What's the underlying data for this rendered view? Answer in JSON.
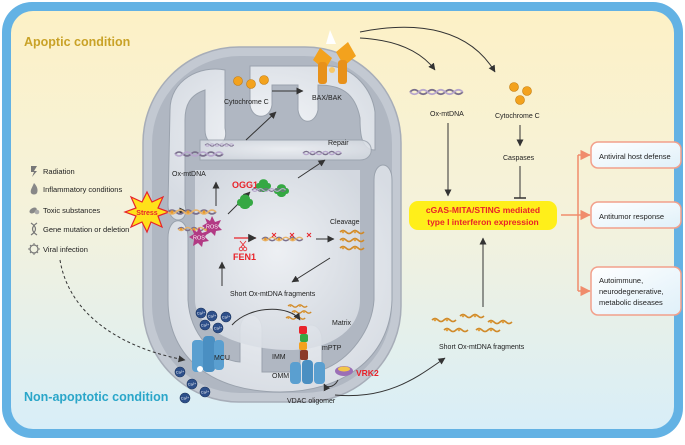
{
  "conditions": {
    "apoptotic": "Apoptic condition",
    "non_apoptotic": "Non-apoptotic condition"
  },
  "stressors": [
    "Radiation",
    "Inflammatory conditions",
    "Toxic substances",
    "Gene mutation or deletion",
    "Viral infection"
  ],
  "stress_label": "Stress",
  "ros_label": "ROS",
  "ca_label": "Ca²⁺",
  "labels": {
    "cytochrome_c_inner": "Cytochrome C",
    "bax_bak": "BAX/BAK",
    "ox_mtdna_inner": "Ox-mtDNA",
    "repair": "Repair",
    "ogg1": "OGG1",
    "cleavage": "Cleavage",
    "fen1": "FEN1",
    "short_fragments_inner": "Short Ox-mtDNA fragments",
    "matrix": "Matrix",
    "imm": "IMM",
    "omm": "OMM",
    "mptp": "mPTP",
    "mcu": "MCU",
    "vdac": "VDAC oligomer",
    "vrk2": "VRK2",
    "ox_mtdna_cyto": "Ox-mtDNA",
    "cytochrome_c_cyto": "Cytochrome C",
    "caspases": "Caspases",
    "short_fragments_cyto": "Short Ox-mtDNA fragments",
    "sting_line1": "cGAS-MITA/STING mediated",
    "sting_line2": "type I interferon expression"
  },
  "outcomes": [
    {
      "lines": [
        "Antiviral host defense"
      ]
    },
    {
      "lines": [
        "Antitumor response"
      ]
    },
    {
      "lines": [
        "Autoimmune,",
        "neurodegenerative,",
        "metabolic diseases"
      ]
    }
  ],
  "colors": {
    "cell_border": "#5aabe0",
    "apoptotic_title": "#c9a227",
    "non_apoptotic_title": "#2aa6c9",
    "highlight_yellow": "#ffef1a",
    "accent_red": "#e8232a",
    "outcome_border": "#f2a08b",
    "protein_orange": "#f3a21d",
    "protein_green": "#35a843",
    "channel_blue": "#5a9fd0",
    "ros_purple": "#b23a84"
  }
}
